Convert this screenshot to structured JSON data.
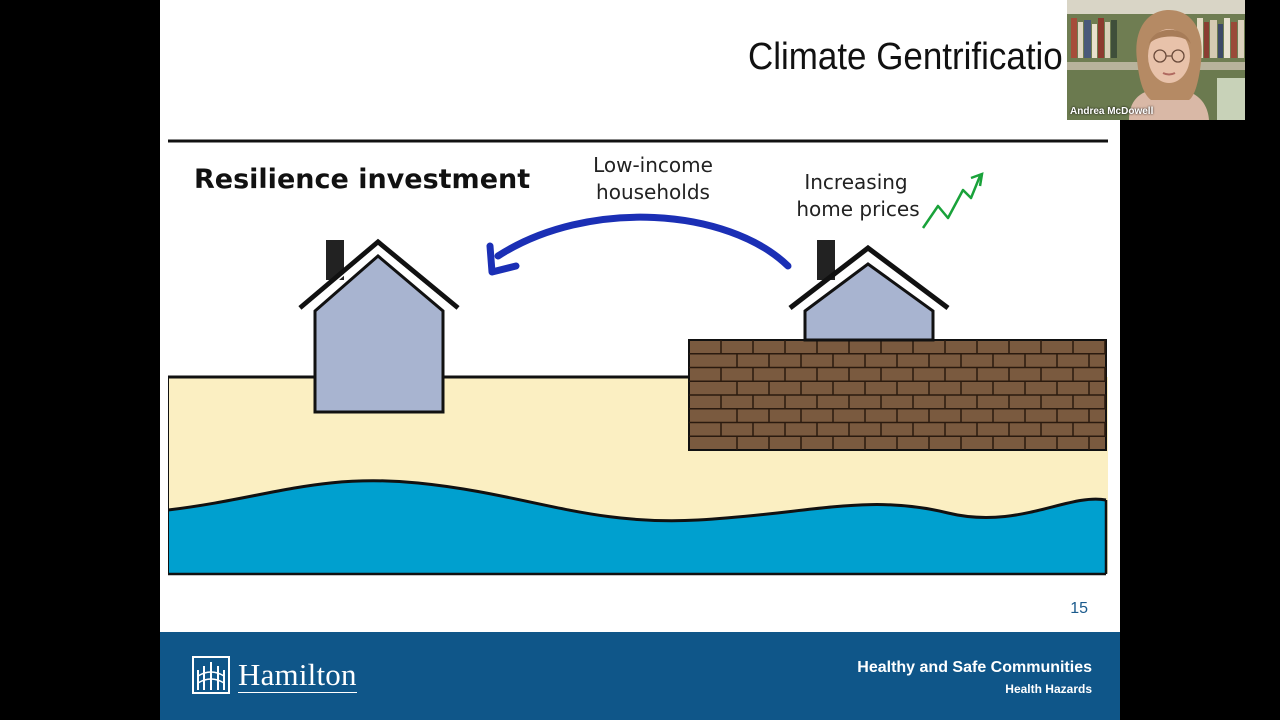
{
  "slide": {
    "title": "Climate Gentrificatio",
    "page_number": "15"
  },
  "figure": {
    "heading": "Resilience investment",
    "arrow_label_line1": "Low-income",
    "arrow_label_line2": "households",
    "price_label_line1": "Increasing",
    "price_label_line2": "home prices"
  },
  "footer": {
    "logo_text": "Hamilton",
    "department": "Healthy and Safe Communities",
    "division": "Health Hazards"
  },
  "video": {
    "participant_name": "Andrea McDowell"
  },
  "colors": {
    "footer_bg": "#0f5689",
    "sand": "#fbefc2",
    "water": "#00a0cf",
    "house": "#a8b4d0",
    "arrow": "#1b2fb5",
    "brick": "#7a5a3f",
    "trend": "#19a23a"
  }
}
